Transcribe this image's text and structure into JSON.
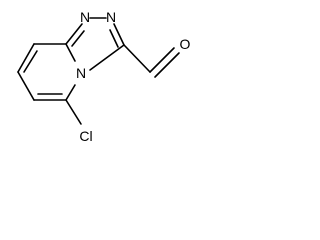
{
  "atoms": {
    "n_top_left": "N",
    "n_top_right": "N",
    "n_bridgehead": "N",
    "o_aldehyde": "O",
    "cl": "Cl"
  },
  "colors": {
    "bond": "#000000",
    "text": "#000000",
    "background": "#ffffff"
  }
}
